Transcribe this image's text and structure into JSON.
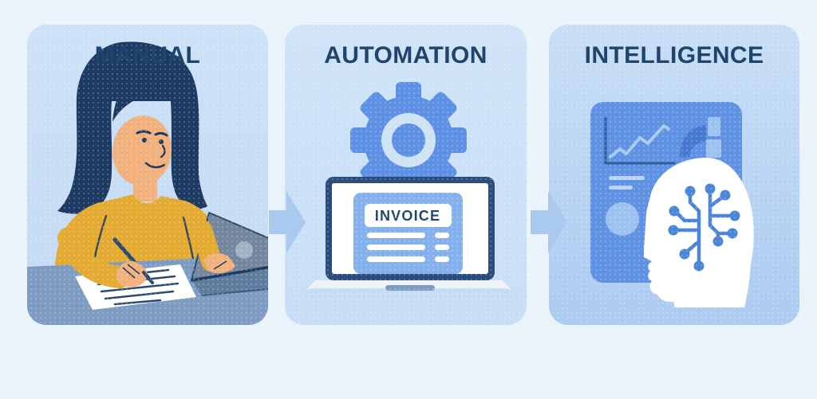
{
  "page": {
    "type": "process-infographic",
    "background": "#eaf2fb"
  },
  "stages": [
    {
      "id": "manual",
      "title": "MANUAL",
      "illustration": "woman-writing-at-desk-with-laptop"
    },
    {
      "id": "automation",
      "title": "AUTOMATION",
      "screen_label": "INVOICE",
      "illustration": "gear-above-laptop-showing-invoice"
    },
    {
      "id": "intelligence",
      "title": "INTELLIGENCE",
      "illustration": "analytics-dashboard-with-ai-head-circuit-brain"
    }
  ],
  "connectors": [
    {
      "icon": "right-arrow-icon",
      "from": "manual",
      "to": "automation"
    },
    {
      "icon": "right-arrow-icon",
      "from": "automation",
      "to": "intelligence"
    }
  ],
  "colors": {
    "page_background": "#eaf2fb",
    "panel_blue": "#cde1f7",
    "panel_blue_deep": "#abcbf0",
    "title_navy": "#1f446e",
    "arrow_blue": "#a9c9ee",
    "gear_blue": "#5e91e3",
    "screen_frame_navy": "#2b4d7d",
    "document_blue": "#84b1ec",
    "card_blue": "#5f92e3",
    "circuit_blue": "#4a85d9",
    "desk_blue": "#7e9cc2",
    "sweater_yellow": "#e4ab33",
    "skin_tone": "#f1b07c",
    "hair_navy": "#1c3a62",
    "white": "#ffffff"
  }
}
